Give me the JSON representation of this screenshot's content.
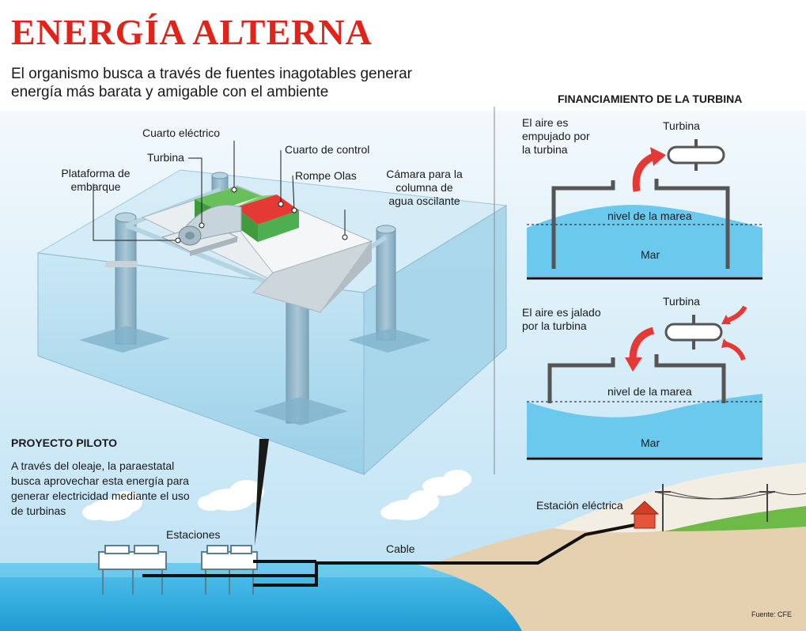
{
  "header": {
    "title": "ENERGÍA ALTERNA",
    "subtitle": "El organismo busca a través de fuentes inagotables generar energía más barata y amigable con el ambiente"
  },
  "platform_labels": {
    "cuarto_electrico": "Cuarto eléctrico",
    "turbina": "Turbina",
    "cuarto_control": "Cuarto de control",
    "plataforma": "Plataforma de embarque",
    "rompe_olas": "Rompe Olas",
    "camara": "Cámara para la columna de agua oscilante"
  },
  "financing": {
    "heading": "FINANCIAMIENTO DE LA TURBINA",
    "panel1": {
      "caption": "El aire es empujado por la turbina",
      "turbine": "Turbina",
      "tide": "nivel de la marea",
      "sea": "Mar"
    },
    "panel2": {
      "caption": "El aire es jalado por la turbina",
      "turbine": "Turbina",
      "tide": "nivel de la marea",
      "sea": "Mar"
    }
  },
  "pilot": {
    "heading": "PROYECTO PILOTO",
    "body": "A través del oleaje, la paraestatal busca aprovechar esta energía para generar electricidad mediante el uso de turbinas"
  },
  "bottom": {
    "stations": "Estaciones",
    "cable": "Cable",
    "station_electric": "Estación eléctrica",
    "source": "Fuente: CFE"
  },
  "colors": {
    "title_red": "#e2231a",
    "sky_top": "#e9f5fc",
    "sky_bottom": "#bfe3f5",
    "water": "#3fb7e6",
    "water_dark": "#1e9fd6",
    "glass": "#a9d8ee",
    "pillar": "#8fb4c8",
    "green": "#4caf50",
    "red_accent": "#e53935",
    "sand": "#e7d3b3",
    "grass": "#6dbb46"
  },
  "icons": [
    "cloud-icon",
    "house-icon",
    "power-pole-icon",
    "red-arrow-icon",
    "turbine-icon"
  ]
}
